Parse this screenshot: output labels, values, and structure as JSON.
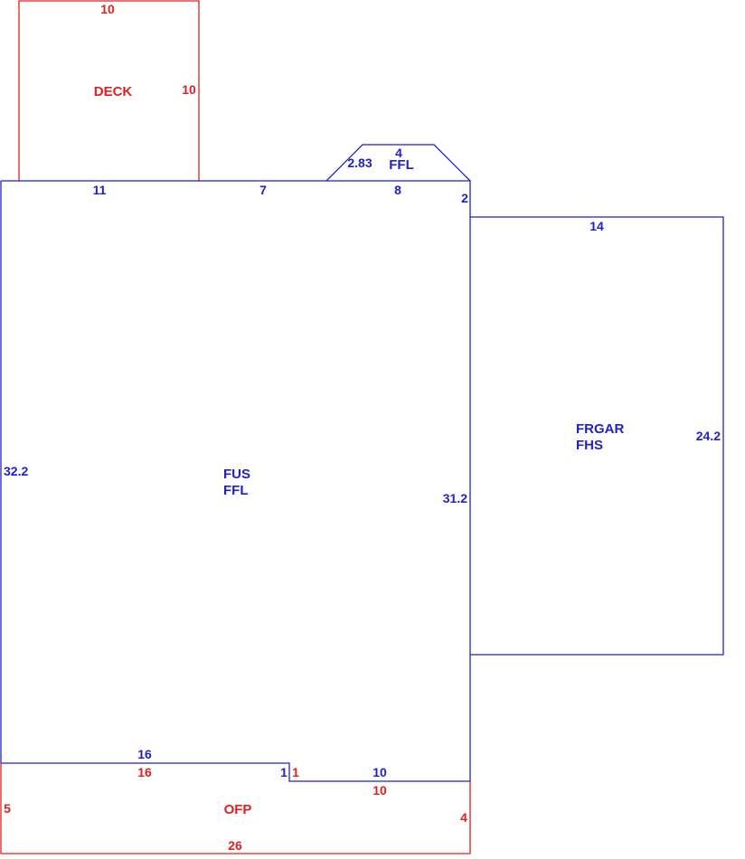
{
  "sketch": {
    "colors": {
      "living_area": "#1f1fd1",
      "exterior": "#e02020"
    },
    "areas": {
      "deck": {
        "label": "DECK"
      },
      "main": {
        "line1": "FUS",
        "line2": "FFL"
      },
      "bay": {
        "label": "FFL"
      },
      "garage": {
        "line1": "FRGAR",
        "line2": "FHS"
      },
      "porch": {
        "label": "OFP"
      }
    },
    "dimensions": {
      "deck_top": "10",
      "deck_right": "10",
      "main_top_left": "11",
      "main_top_mid": "7",
      "main_top_right": "8",
      "bay_top": "4",
      "bay_diagonal": "2.83",
      "step": "2",
      "main_left": "32.2",
      "main_right": "31.2",
      "main_bottom_left": "16",
      "main_notch": "1",
      "main_bottom_right": "10",
      "garage_top": "14",
      "garage_right": "24.2",
      "porch_top_left": "16",
      "porch_notch": "1",
      "porch_top_right": "10",
      "porch_left": "5",
      "porch_right": "4",
      "porch_bottom": "26"
    }
  }
}
